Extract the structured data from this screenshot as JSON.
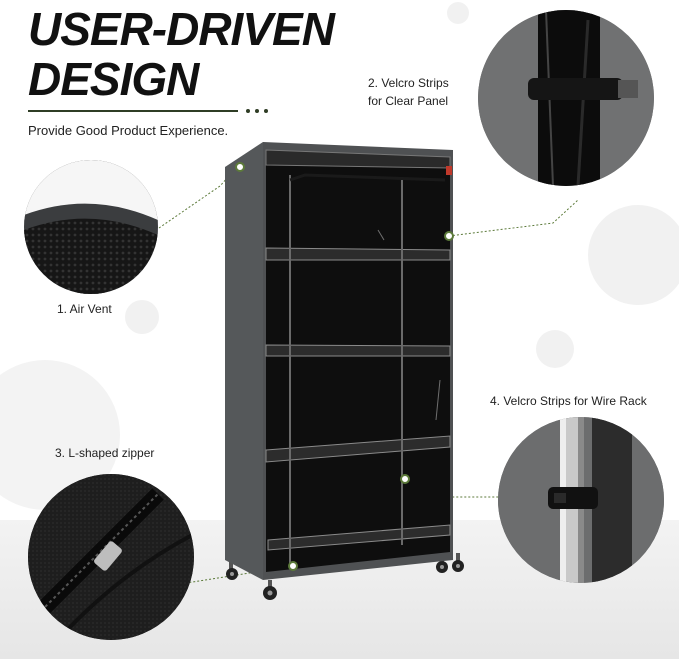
{
  "headline": {
    "line1": "USER-DRIVEN",
    "line2": "DESIGN"
  },
  "tagline": "Provide Good Product Experience.",
  "features": [
    {
      "label": "1. Air Vent"
    },
    {
      "label_line1": "2. Velcro Strips",
      "label_line2": "for Clear Panel"
    },
    {
      "label": "3. L-shaped zipper"
    },
    {
      "label": "4. Velcro Strips for Wire Rack"
    }
  ],
  "colors": {
    "accent": "#5c7a3a",
    "cover": "#5a5c5e",
    "panel": "#0e0e0e",
    "headline": "#111111"
  }
}
